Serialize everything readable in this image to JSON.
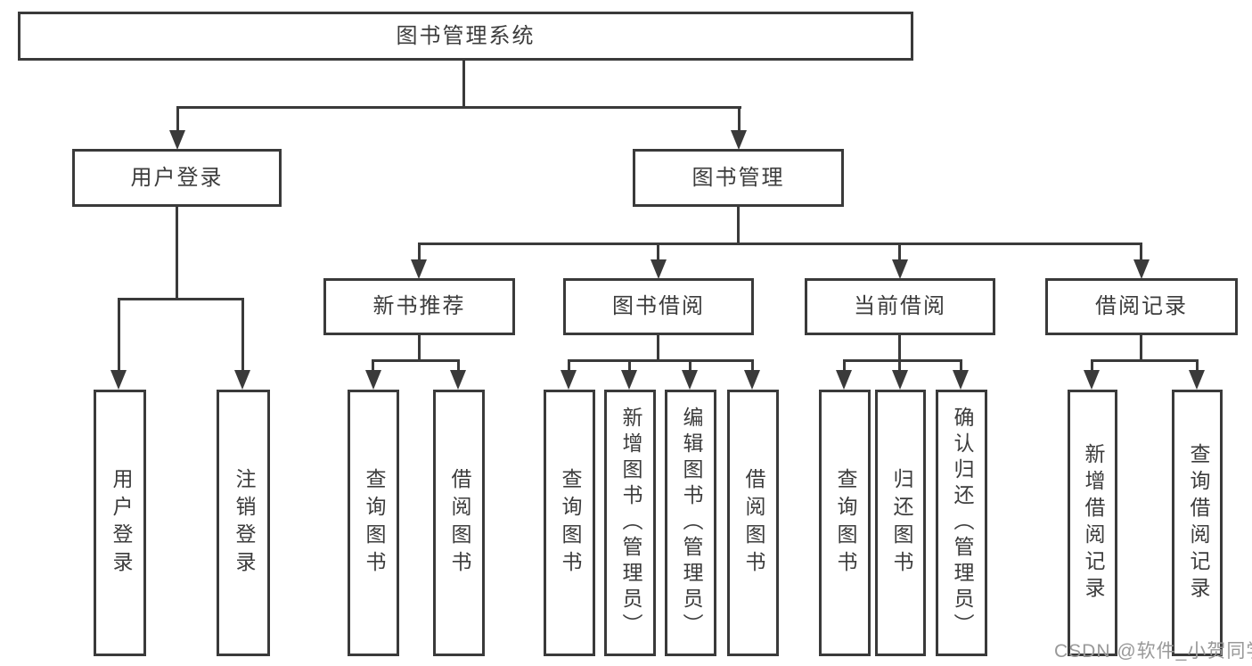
{
  "diagram_title": "图书管理系统",
  "colors": {
    "line": "#3a3a3a",
    "text": "#3c3c3c",
    "box_background": "#ffffff",
    "watermark": "#999999"
  },
  "nodes": {
    "root": "图书管理系统",
    "level2": [
      "用户登录",
      "图书管理"
    ],
    "level3": [
      "新书推荐",
      "图书借阅",
      "当前借阅",
      "借阅记录"
    ],
    "leaves": [
      "用户登录",
      "注销登录",
      "查询图书",
      "借阅图书",
      "查询图书",
      "新增图书（管理员）",
      "编辑图书（管理员）",
      "借阅图书",
      "查询图书",
      "归还图书",
      "确认归还（管理员）",
      "新增借阅记录",
      "查询借阅记录"
    ]
  },
  "hierarchy": {
    "图书管理系统": [
      "用户登录",
      "图书管理"
    ],
    "用户登录": [
      "用户登录",
      "注销登录"
    ],
    "图书管理": [
      "新书推荐",
      "图书借阅",
      "当前借阅",
      "借阅记录"
    ],
    "新书推荐": [
      "查询图书",
      "借阅图书"
    ],
    "图书借阅": [
      "查询图书",
      "新增图书（管理员）",
      "编辑图书（管理员）",
      "借阅图书"
    ],
    "当前借阅": [
      "查询图书",
      "归还图书",
      "确认归还（管理员）"
    ],
    "借阅记录": [
      "新增借阅记录",
      "查询借阅记录"
    ]
  },
  "watermark": "CSDN @软件_小贺同学"
}
